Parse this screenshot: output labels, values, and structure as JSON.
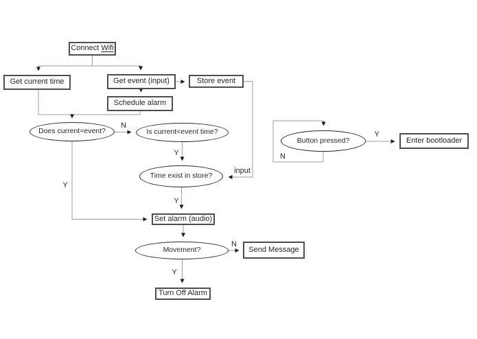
{
  "diagram": {
    "type": "flowchart",
    "nodes": {
      "connect_wifi": {
        "label_prefix": "Connect ",
        "label_underlined": "Wifi"
      },
      "get_current_time": {
        "label": "Get current time"
      },
      "get_event": {
        "label": "Get event (input)"
      },
      "store_event": {
        "label": "Store event"
      },
      "schedule_alarm": {
        "label": "Schedule alarm"
      },
      "does_current_equal_event": {
        "label": "Does current=event?"
      },
      "is_current_lt_event": {
        "label": "Is current<event time?"
      },
      "time_exist_in_store": {
        "label": "Time exist in store?"
      },
      "set_alarm_audio": {
        "label": "Set alarm (audio)"
      },
      "movement": {
        "label": "Movement?"
      },
      "send_message": {
        "label": "Send Message"
      },
      "turn_off_alarm": {
        "label": "Turn Off Alarm"
      },
      "button_pressed": {
        "label": "Button pressed?"
      },
      "enter_bootloader": {
        "label": "Enter bootloader"
      }
    },
    "edge_labels": {
      "no_to_is_current": "N",
      "yes_under_is_current": "Y",
      "input": "input",
      "yes_left_branch": "Y",
      "yes_under_time_exist": "Y",
      "no_movement": "N",
      "yes_under_movement": "Y",
      "no_button_loop": "N",
      "yes_button": "Y"
    },
    "colors": {
      "background": "#ffffff",
      "connector": "#9e9e9e",
      "arrowhead": "#1a1a1a",
      "box_border": "#4d4d4d",
      "ellipse_border": "#262626",
      "text": "#262626"
    }
  }
}
